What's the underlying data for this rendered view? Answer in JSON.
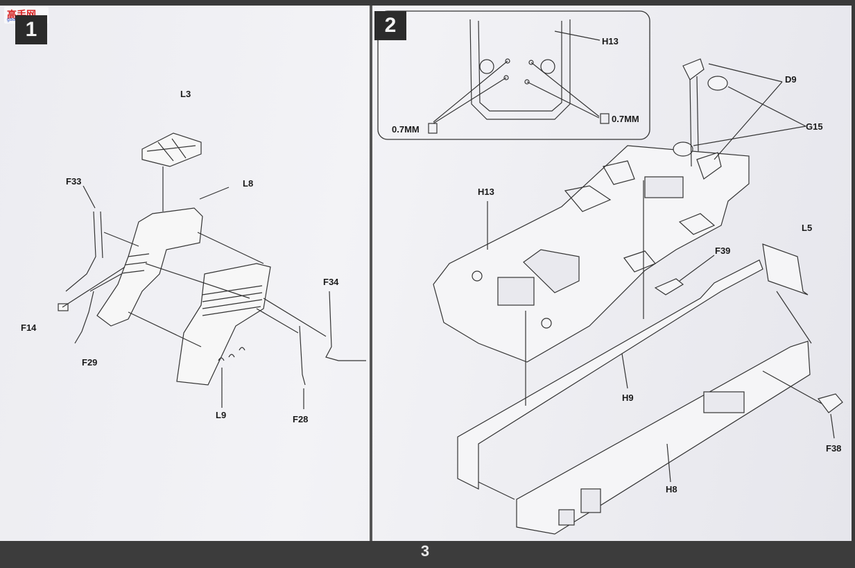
{
  "page_number": "3",
  "watermark": {
    "brand": "高手网",
    "domain": "gao-shou.com"
  },
  "steps": [
    {
      "number": "1"
    },
    {
      "number": "2"
    }
  ],
  "step1_parts": {
    "l3": "L3",
    "l8": "L8",
    "l9": "L9",
    "f33": "F33",
    "f14": "F14",
    "f29": "F29",
    "f34": "F34",
    "f28": "F28"
  },
  "step2_parts": {
    "h13_detail": "H13",
    "h13": "H13",
    "d9": "D9",
    "g15": "G15",
    "l5": "L5",
    "f39": "F39",
    "h9": "H9",
    "h8": "H8",
    "f38": "F38"
  },
  "drill_notes": {
    "left": "0.7MM",
    "right": "0.7MM"
  },
  "colors": {
    "line": "#333333",
    "paper": "#f0f0f4",
    "badge": "#2b2b2b",
    "watermark_red": "#d92020"
  }
}
